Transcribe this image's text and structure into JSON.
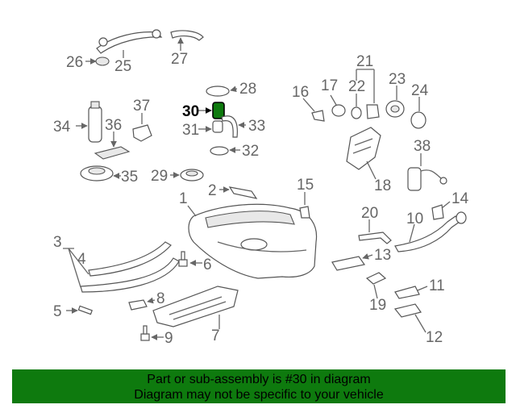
{
  "diagram": {
    "highlight_part": "30",
    "highlight_color": "#0e7a0e",
    "labels": [
      "1",
      "2",
      "3",
      "4",
      "5",
      "6",
      "7",
      "8",
      "9",
      "10",
      "11",
      "12",
      "13",
      "14",
      "15",
      "16",
      "17",
      "18",
      "19",
      "20",
      "21",
      "22",
      "23",
      "24",
      "25",
      "26",
      "27",
      "28",
      "29",
      "30",
      "31",
      "32",
      "33",
      "34",
      "35",
      "36",
      "37",
      "38"
    ]
  },
  "banner": {
    "line1": "Part or sub-assembly is #30 in diagram",
    "line2": "Diagram may not be specific to your vehicle",
    "background": "#0e7a0e"
  }
}
